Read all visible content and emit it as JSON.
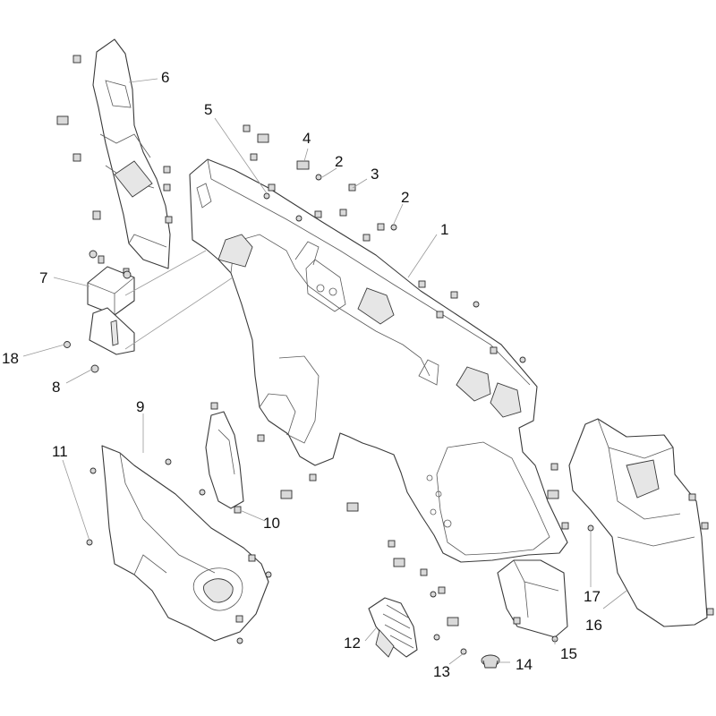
{
  "diagram": {
    "type": "exploded-parts-view",
    "callouts": [
      {
        "label": "1"
      },
      {
        "label": "2"
      },
      {
        "label": "2"
      },
      {
        "label": "3"
      },
      {
        "label": "4"
      },
      {
        "label": "5"
      },
      {
        "label": "6"
      },
      {
        "label": "7"
      },
      {
        "label": "8"
      },
      {
        "label": "9"
      },
      {
        "label": "10"
      },
      {
        "label": "11"
      },
      {
        "label": "12"
      },
      {
        "label": "13"
      },
      {
        "label": "14"
      },
      {
        "label": "15"
      },
      {
        "label": "16"
      },
      {
        "label": "17"
      },
      {
        "label": "18"
      }
    ]
  }
}
